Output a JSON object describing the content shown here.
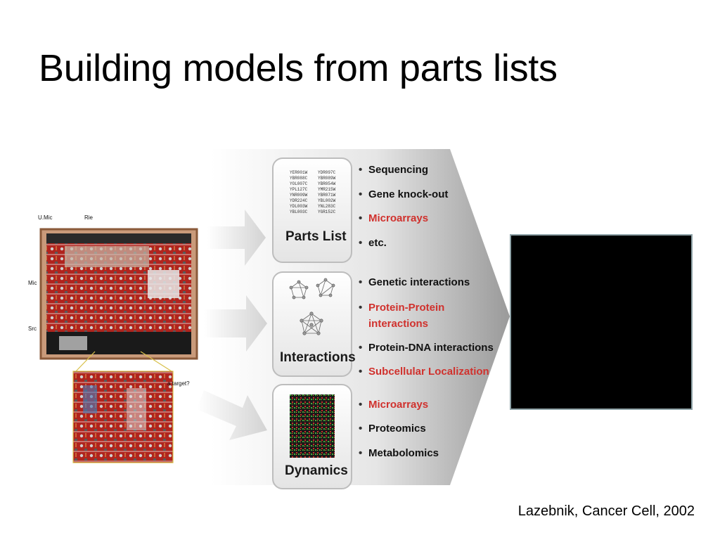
{
  "title": "Building models from parts lists",
  "citation": "Lazebnik, Cancer Cell, 2002",
  "photo_labels": {
    "u_mic": "U.Mic",
    "rie": "Rie",
    "mic": "Mic",
    "src": "Src",
    "target": "a target?"
  },
  "panels": [
    {
      "label": "Parts List",
      "bullets": [
        {
          "text": "Sequencing",
          "highlight": false
        },
        {
          "text": "Gene knock-out",
          "highlight": false
        },
        {
          "text": "Microarrays",
          "highlight": true
        },
        {
          "text": "etc.",
          "highlight": false
        }
      ]
    },
    {
      "label": "Interactions",
      "bullets": [
        {
          "text": "Genetic interactions",
          "highlight": false
        },
        {
          "text": "Protein-Protein",
          "highlight": true
        },
        {
          "text": "interactions",
          "highlight": true
        },
        {
          "text": "Protein-DNA interactions",
          "highlight": false
        },
        {
          "text": "Subcellular Localization",
          "highlight": true
        }
      ]
    },
    {
      "label": "Dynamics",
      "bullets": [
        {
          "text": "Microarrays",
          "highlight": true
        },
        {
          "text": "Proteomics",
          "highlight": false
        },
        {
          "text": "Metabolomics",
          "highlight": false
        }
      ]
    }
  ],
  "gene_list": {
    "left": [
      "YER001W",
      "YBR088C",
      "YOL007C",
      "YPL127C",
      "YNR009W",
      "YDR224C",
      "YDL003W",
      "YBL003C"
    ],
    "right": [
      "YDR097C",
      "YBR089W",
      "YBR054W",
      "YMR215W",
      "YBR071W",
      "YBL002W",
      "YNL283C",
      "YGR152C"
    ]
  },
  "colors": {
    "highlight": "#d0312d",
    "black_box": "#000000",
    "black_box_border": "#8fa3a8"
  }
}
